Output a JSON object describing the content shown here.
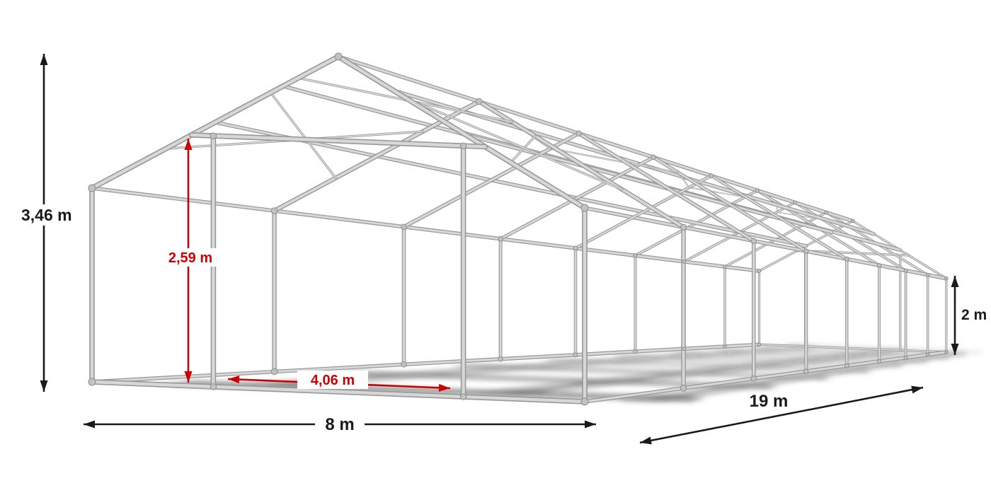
{
  "diagram": {
    "type": "tent-frame-wireframe",
    "frame": {
      "width_m": 8,
      "length_m": 19,
      "side_height_m": 2,
      "ridge_height_m": 3.46,
      "entrance_height_m": 2.59,
      "entrance_width_m": 4.06,
      "bays": 8
    },
    "annotations": {
      "total_height": {
        "label": "3,46 m",
        "color": "#1a1a1a"
      },
      "entrance_height": {
        "label": "2,59 m",
        "color": "#cc0000"
      },
      "entrance_width": {
        "label": "4,06 m",
        "color": "#cc0000"
      },
      "width": {
        "label": "8 m",
        "color": "#1a1a1a"
      },
      "length": {
        "label": "19 m",
        "color": "#1a1a1a"
      },
      "side_height": {
        "label": "2 m",
        "color": "#1a1a1a"
      }
    },
    "colors": {
      "background": "#ffffff",
      "pipe_light": "#d7d7d7",
      "pipe_dark": "#989898",
      "joint_fill": "#c2c2c2",
      "joint_stroke": "#8d8d8d",
      "shadow": "#121212",
      "dimension_black": "#1a1a1a",
      "dimension_red": "#cc0000"
    }
  }
}
